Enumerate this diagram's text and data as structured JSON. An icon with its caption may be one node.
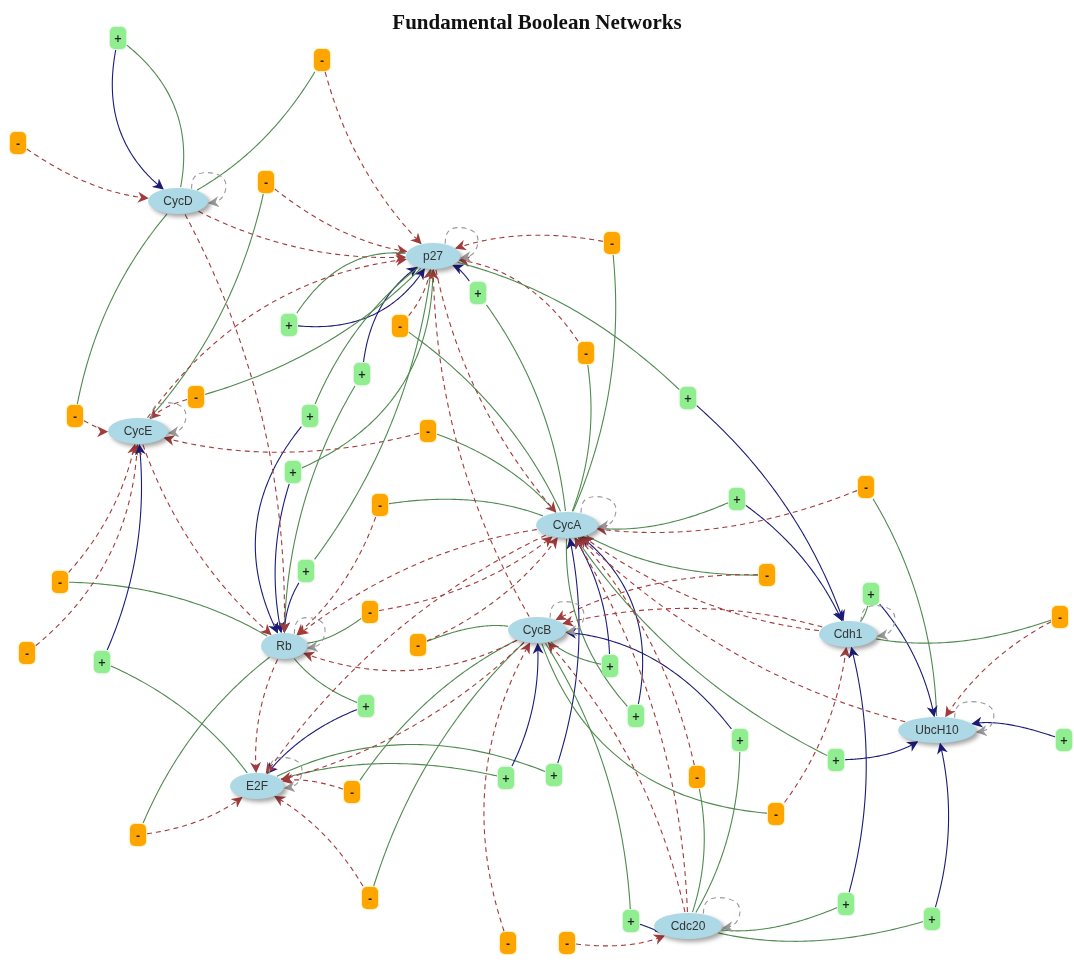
{
  "diagram": {
    "title": "Fundamental Boolean Networks",
    "nodes": [
      {
        "text": [
          "CycD"
        ]
      },
      {
        "text": [
          "p27"
        ]
      },
      {
        "text": [
          "CycE"
        ]
      },
      {
        "text": [
          "CycA"
        ]
      },
      {
        "text": [
          "Rb"
        ]
      },
      {
        "text": [
          "CycB"
        ]
      },
      {
        "text": [
          "Cdh1"
        ]
      },
      {
        "text": [
          "UbcH10"
        ]
      },
      {
        "text": [
          "E2F"
        ]
      },
      {
        "text": [
          "Cdc20"
        ]
      },
      {
        "text": [
          "+"
        ]
      },
      {
        "text": [
          "-"
        ]
      },
      {
        "text": [
          "-"
        ]
      },
      {
        "text": [
          "-"
        ]
      },
      {
        "text": [
          "-"
        ]
      },
      {
        "text": [
          "+"
        ]
      },
      {
        "text": [
          "+"
        ]
      },
      {
        "text": [
          "-"
        ]
      },
      {
        "text": [
          "-"
        ]
      },
      {
        "text": [
          "+"
        ]
      },
      {
        "text": [
          "-"
        ]
      },
      {
        "text": [
          "-"
        ]
      },
      {
        "text": [
          "+"
        ]
      },
      {
        "text": [
          "-"
        ]
      },
      {
        "text": [
          "+"
        ]
      },
      {
        "text": [
          "+"
        ]
      },
      {
        "text": [
          "-"
        ]
      },
      {
        "text": [
          "+"
        ]
      },
      {
        "text": [
          "-"
        ]
      },
      {
        "text": [
          "+"
        ]
      },
      {
        "text": [
          "-"
        ]
      },
      {
        "text": [
          "-"
        ]
      },
      {
        "text": [
          "-"
        ]
      },
      {
        "text": [
          "-"
        ]
      },
      {
        "text": [
          "+"
        ]
      },
      {
        "text": [
          "-"
        ]
      },
      {
        "text": [
          "-"
        ]
      },
      {
        "text": [
          "+"
        ]
      },
      {
        "text": [
          "+"
        ]
      },
      {
        "text": [
          "+"
        ]
      },
      {
        "text": [
          "+"
        ]
      },
      {
        "text": [
          "+"
        ]
      },
      {
        "text": [
          "+"
        ]
      },
      {
        "text": [
          "+"
        ]
      },
      {
        "text": [
          "+"
        ]
      },
      {
        "text": [
          "+"
        ]
      },
      {
        "text": [
          "-"
        ]
      },
      {
        "text": [
          "-"
        ]
      },
      {
        "text": [
          "-"
        ]
      },
      {
        "text": [
          "-"
        ]
      },
      {
        "text": [
          "-"
        ]
      },
      {
        "text": [
          "+"
        ]
      },
      {
        "text": [
          "+"
        ]
      },
      {
        "text": [
          "+"
        ]
      },
      {
        "text": [
          "-"
        ]
      },
      {
        "text": [
          "-"
        ]
      }
    ],
    "edges": [
      {
        "from": 0,
        "to": 10,
        "arrow": "none"
      },
      {
        "from": 10,
        "to": 0,
        "arrow": "to",
        "color": "#1c1c78"
      },
      {
        "from": 0,
        "to": 11,
        "arrow": "none"
      },
      {
        "from": 11,
        "to": 1,
        "arrow": "to",
        "style": "dashed",
        "color": "#a03c3c"
      },
      {
        "from": 12,
        "to": 0,
        "arrow": "to",
        "style": "dashed",
        "color": "#a03c3c"
      },
      {
        "from": 2,
        "to": 13,
        "arrow": "none"
      },
      {
        "from": 13,
        "to": 1,
        "arrow": "to",
        "style": "dashed",
        "color": "#a03c3c"
      },
      {
        "from": 3,
        "to": 14,
        "arrow": "none"
      },
      {
        "from": 14,
        "to": 1,
        "arrow": "to",
        "style": "dashed",
        "color": "#a03c3c"
      },
      {
        "from": 3,
        "to": 15,
        "arrow": "none"
      },
      {
        "from": 15,
        "to": 1,
        "arrow": "to",
        "color": "#1c1c78"
      },
      {
        "from": 1,
        "to": 16,
        "arrow": "none"
      },
      {
        "from": 16,
        "to": 1,
        "arrow": "to",
        "color": "#1c1c78"
      },
      {
        "from": 3,
        "to": 17,
        "arrow": "none"
      },
      {
        "from": 17,
        "to": 1,
        "arrow": "to",
        "style": "dashed",
        "color": "#a03c3c"
      },
      {
        "from": 3,
        "to": 18,
        "arrow": "none"
      },
      {
        "from": 18,
        "to": 1,
        "arrow": "to",
        "style": "dashed",
        "color": "#a03c3c"
      },
      {
        "from": 4,
        "to": 19,
        "arrow": "none"
      },
      {
        "from": 19,
        "to": 1,
        "arrow": "to",
        "color": "#1c1c78"
      },
      {
        "from": 1,
        "to": 20,
        "arrow": "none"
      },
      {
        "from": 20,
        "to": 2,
        "arrow": "to",
        "style": "dashed",
        "color": "#a03c3c"
      },
      {
        "from": 0,
        "to": 21,
        "arrow": "none"
      },
      {
        "from": 21,
        "to": 2,
        "arrow": "to",
        "style": "dashed",
        "color": "#a03c3c"
      },
      {
        "from": 1,
        "to": 22,
        "arrow": "none"
      },
      {
        "from": 22,
        "to": 4,
        "arrow": "to",
        "color": "#1c1c78"
      },
      {
        "from": 3,
        "to": 23,
        "arrow": "none"
      },
      {
        "from": 23,
        "to": 2,
        "arrow": "to",
        "style": "dashed",
        "color": "#a03c3c"
      },
      {
        "from": 1,
        "to": 24,
        "arrow": "none"
      },
      {
        "from": 24,
        "to": 6,
        "arrow": "to",
        "color": "#1c1c78"
      },
      {
        "from": 1,
        "to": 25,
        "arrow": "none"
      },
      {
        "from": 25,
        "to": 4,
        "arrow": "to",
        "color": "#1c1c78"
      },
      {
        "from": 3,
        "to": 26,
        "arrow": "none"
      },
      {
        "from": 26,
        "to": 4,
        "arrow": "to",
        "style": "dashed",
        "color": "#a03c3c"
      },
      {
        "from": 3,
        "to": 27,
        "arrow": "none"
      },
      {
        "from": 27,
        "to": 6,
        "arrow": "to",
        "color": "#1c1c78"
      },
      {
        "from": 7,
        "to": 28,
        "arrow": "none"
      },
      {
        "from": 28,
        "to": 3,
        "arrow": "to",
        "style": "dashed",
        "color": "#a03c3c"
      },
      {
        "from": 1,
        "to": 29,
        "arrow": "none"
      },
      {
        "from": 29,
        "to": 4,
        "arrow": "to",
        "color": "#1c1c78"
      },
      {
        "from": 4,
        "to": 30,
        "arrow": "none"
      },
      {
        "from": 30,
        "to": 2,
        "arrow": "to",
        "style": "dashed",
        "color": "#a03c3c"
      },
      {
        "from": 4,
        "to": 31,
        "arrow": "none"
      },
      {
        "from": 31,
        "to": 3,
        "arrow": "to",
        "style": "dashed",
        "color": "#a03c3c"
      },
      {
        "from": 5,
        "to": 32,
        "arrow": "none"
      },
      {
        "from": 32,
        "to": 3,
        "arrow": "to",
        "style": "dashed",
        "color": "#a03c3c"
      },
      {
        "from": 3,
        "to": 33,
        "arrow": "none"
      },
      {
        "from": 33,
        "to": 5,
        "arrow": "to",
        "style": "dashed",
        "color": "#a03c3c"
      },
      {
        "from": 6,
        "to": 34,
        "arrow": "none"
      },
      {
        "from": 34,
        "to": 7,
        "arrow": "to",
        "color": "#1c1c78"
      },
      {
        "from": 6,
        "to": 35,
        "arrow": "none"
      },
      {
        "from": 35,
        "to": 7,
        "arrow": "to",
        "style": "dashed",
        "color": "#a03c3c"
      },
      {
        "from": 36,
        "to": 2,
        "arrow": "to",
        "style": "dashed",
        "color": "#a03c3c"
      },
      {
        "from": 8,
        "to": 37,
        "arrow": "none"
      },
      {
        "from": 37,
        "to": 2,
        "arrow": "to",
        "color": "#1c1c78"
      },
      {
        "from": 5,
        "to": 38,
        "arrow": "none"
      },
      {
        "from": 38,
        "to": 3,
        "arrow": "to",
        "color": "#1c1c78"
      },
      {
        "from": 4,
        "to": 39,
        "arrow": "none"
      },
      {
        "from": 39,
        "to": 8,
        "arrow": "to",
        "color": "#1c1c78"
      },
      {
        "from": 3,
        "to": 40,
        "arrow": "none"
      },
      {
        "from": 40,
        "to": 3,
        "arrow": "to",
        "color": "#1c1c78"
      },
      {
        "from": 9,
        "to": 41,
        "arrow": "none"
      },
      {
        "from": 41,
        "to": 5,
        "arrow": "to",
        "color": "#1c1c78"
      },
      {
        "from": 3,
        "to": 42,
        "arrow": "none"
      },
      {
        "from": 42,
        "to": 7,
        "arrow": "to",
        "color": "#1c1c78"
      },
      {
        "from": 43,
        "to": 7,
        "arrow": "to",
        "color": "#1c1c78"
      },
      {
        "from": 8,
        "to": 44,
        "arrow": "none"
      },
      {
        "from": 44,
        "to": 3,
        "arrow": "to",
        "color": "#1c1c78"
      },
      {
        "from": 8,
        "to": 45,
        "arrow": "none"
      },
      {
        "from": 45,
        "to": 5,
        "arrow": "to",
        "color": "#1c1c78"
      },
      {
        "from": 5,
        "to": 46,
        "arrow": "none"
      },
      {
        "from": 46,
        "to": 8,
        "arrow": "to",
        "style": "dashed",
        "color": "#a03c3c"
      },
      {
        "from": 9,
        "to": 47,
        "arrow": "none"
      },
      {
        "from": 47,
        "to": 3,
        "arrow": "to",
        "style": "dashed",
        "color": "#a03c3c"
      },
      {
        "from": 5,
        "to": 48,
        "arrow": "none"
      },
      {
        "from": 48,
        "to": 6,
        "arrow": "to",
        "style": "dashed",
        "color": "#a03c3c"
      },
      {
        "from": 4,
        "to": 49,
        "arrow": "none"
      },
      {
        "from": 49,
        "to": 8,
        "arrow": "to",
        "style": "dashed",
        "color": "#a03c3c"
      },
      {
        "from": 5,
        "to": 50,
        "arrow": "none"
      },
      {
        "from": 50,
        "to": 8,
        "arrow": "to",
        "style": "dashed",
        "color": "#a03c3c"
      },
      {
        "from": 9,
        "to": 51,
        "arrow": "none"
      },
      {
        "from": 51,
        "to": 6,
        "arrow": "to",
        "color": "#1c1c78"
      },
      {
        "from": 5,
        "to": 52,
        "arrow": "none"
      },
      {
        "from": 52,
        "to": 9,
        "arrow": "to",
        "color": "#1c1c78"
      },
      {
        "from": 9,
        "to": 53,
        "arrow": "none"
      },
      {
        "from": 53,
        "to": 7,
        "arrow": "to",
        "color": "#1c1c78"
      },
      {
        "from": 54,
        "to": 5,
        "arrow": "to",
        "style": "dashed",
        "color": "#a03c3c"
      },
      {
        "from": 55,
        "to": 9,
        "arrow": "to",
        "style": "dashed",
        "color": "#a03c3c"
      },
      {
        "from": 0,
        "to": 4,
        "arrow": "to",
        "style": "dashed",
        "color": "#a03c3c"
      },
      {
        "from": 0,
        "to": 1,
        "arrow": "to",
        "style": "dashed",
        "color": "#a03c3c"
      },
      {
        "from": 2,
        "to": 4,
        "arrow": "to",
        "style": "dashed",
        "color": "#a03c3c"
      },
      {
        "from": 2,
        "to": 1,
        "arrow": "to",
        "style": "dashed",
        "color": "#a03c3c"
      },
      {
        "from": 3,
        "to": 4,
        "arrow": "to",
        "style": "dashed",
        "color": "#a03c3c"
      },
      {
        "from": 5,
        "to": 4,
        "arrow": "to",
        "style": "dashed",
        "color": "#a03c3c"
      },
      {
        "from": 5,
        "to": 1,
        "arrow": "to",
        "style": "dashed",
        "color": "#a03c3c"
      },
      {
        "from": 6,
        "to": 5,
        "arrow": "to",
        "style": "dashed",
        "color": "#a03c3c"
      },
      {
        "from": 6,
        "to": 3,
        "arrow": "to",
        "style": "dashed",
        "color": "#a03c3c"
      },
      {
        "from": 9,
        "to": 3,
        "arrow": "to",
        "style": "dashed",
        "color": "#a03c3c"
      },
      {
        "from": 9,
        "to": 5,
        "arrow": "to",
        "style": "dashed",
        "color": "#a03c3c"
      },
      {
        "from": 3,
        "to": 8,
        "arrow": "to",
        "style": "dashed",
        "color": "#a03c3c"
      },
      {
        "from": 5,
        "to": 8,
        "arrow": "to",
        "style": "dashed",
        "color": "#a03c3c"
      },
      {
        "from": 7,
        "to": 3,
        "arrow": "to",
        "style": "dashed",
        "color": "#a03c3c"
      },
      {
        "from": 4,
        "to": 8,
        "arrow": "to",
        "style": "dashed",
        "color": "#a03c3c"
      },
      {
        "from": 1,
        "to": 3,
        "arrow": "to",
        "style": "dashed",
        "color": "#a03c3c"
      },
      {
        "from": 0,
        "to": 0,
        "arrow": "to",
        "style": "dashed",
        "color": "#999999"
      },
      {
        "from": 1,
        "to": 1,
        "arrow": "to",
        "style": "dashed",
        "color": "#999999"
      },
      {
        "from": 2,
        "to": 2,
        "arrow": "to",
        "style": "dashed",
        "color": "#999999"
      },
      {
        "from": 3,
        "to": 3,
        "arrow": "to",
        "style": "dashed",
        "color": "#999999"
      },
      {
        "from": 4,
        "to": 4,
        "arrow": "to",
        "style": "dashed",
        "color": "#999999"
      },
      {
        "from": 5,
        "to": 5,
        "arrow": "to",
        "style": "dashed",
        "color": "#999999"
      },
      {
        "from": 6,
        "to": 6,
        "arrow": "to",
        "style": "dashed",
        "color": "#999999"
      },
      {
        "from": 7,
        "to": 7,
        "arrow": "to",
        "style": "dashed",
        "color": "#999999"
      },
      {
        "from": 8,
        "to": 8,
        "arrow": "to",
        "style": "dashed",
        "color": "#999999"
      },
      {
        "from": 9,
        "to": 9,
        "arrow": "to",
        "style": "dashed",
        "color": "#999999"
      }
    ]
  }
}
